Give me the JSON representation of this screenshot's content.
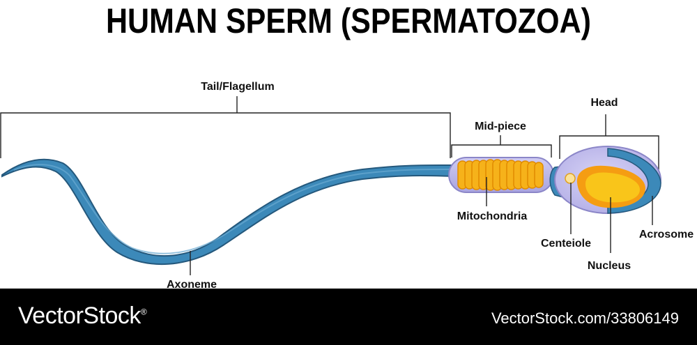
{
  "title": "HUMAN SPERM (SPERMATOZOA)",
  "labels": {
    "tail": "Tail/Flagellum",
    "midpiece": "Mid-piece",
    "head": "Head",
    "mitochondria": "Mitochondria",
    "centriole": "Centeiole",
    "nucleus": "Nucleus",
    "acrosome": "Acrosome",
    "axoneme": "Axoneme"
  },
  "footer": {
    "brand": "VectorStock",
    "brand_mark": "®",
    "image_id": "VectorStock.com/33806149"
  },
  "colors": {
    "tail": "#3a86b5",
    "tail_outline": "#24587c",
    "midpiece_fill": "#b9b5e8",
    "mitochondria": "#f5a80f",
    "nucleus": "#f9c51a",
    "acrosome": "#3a86b5"
  }
}
